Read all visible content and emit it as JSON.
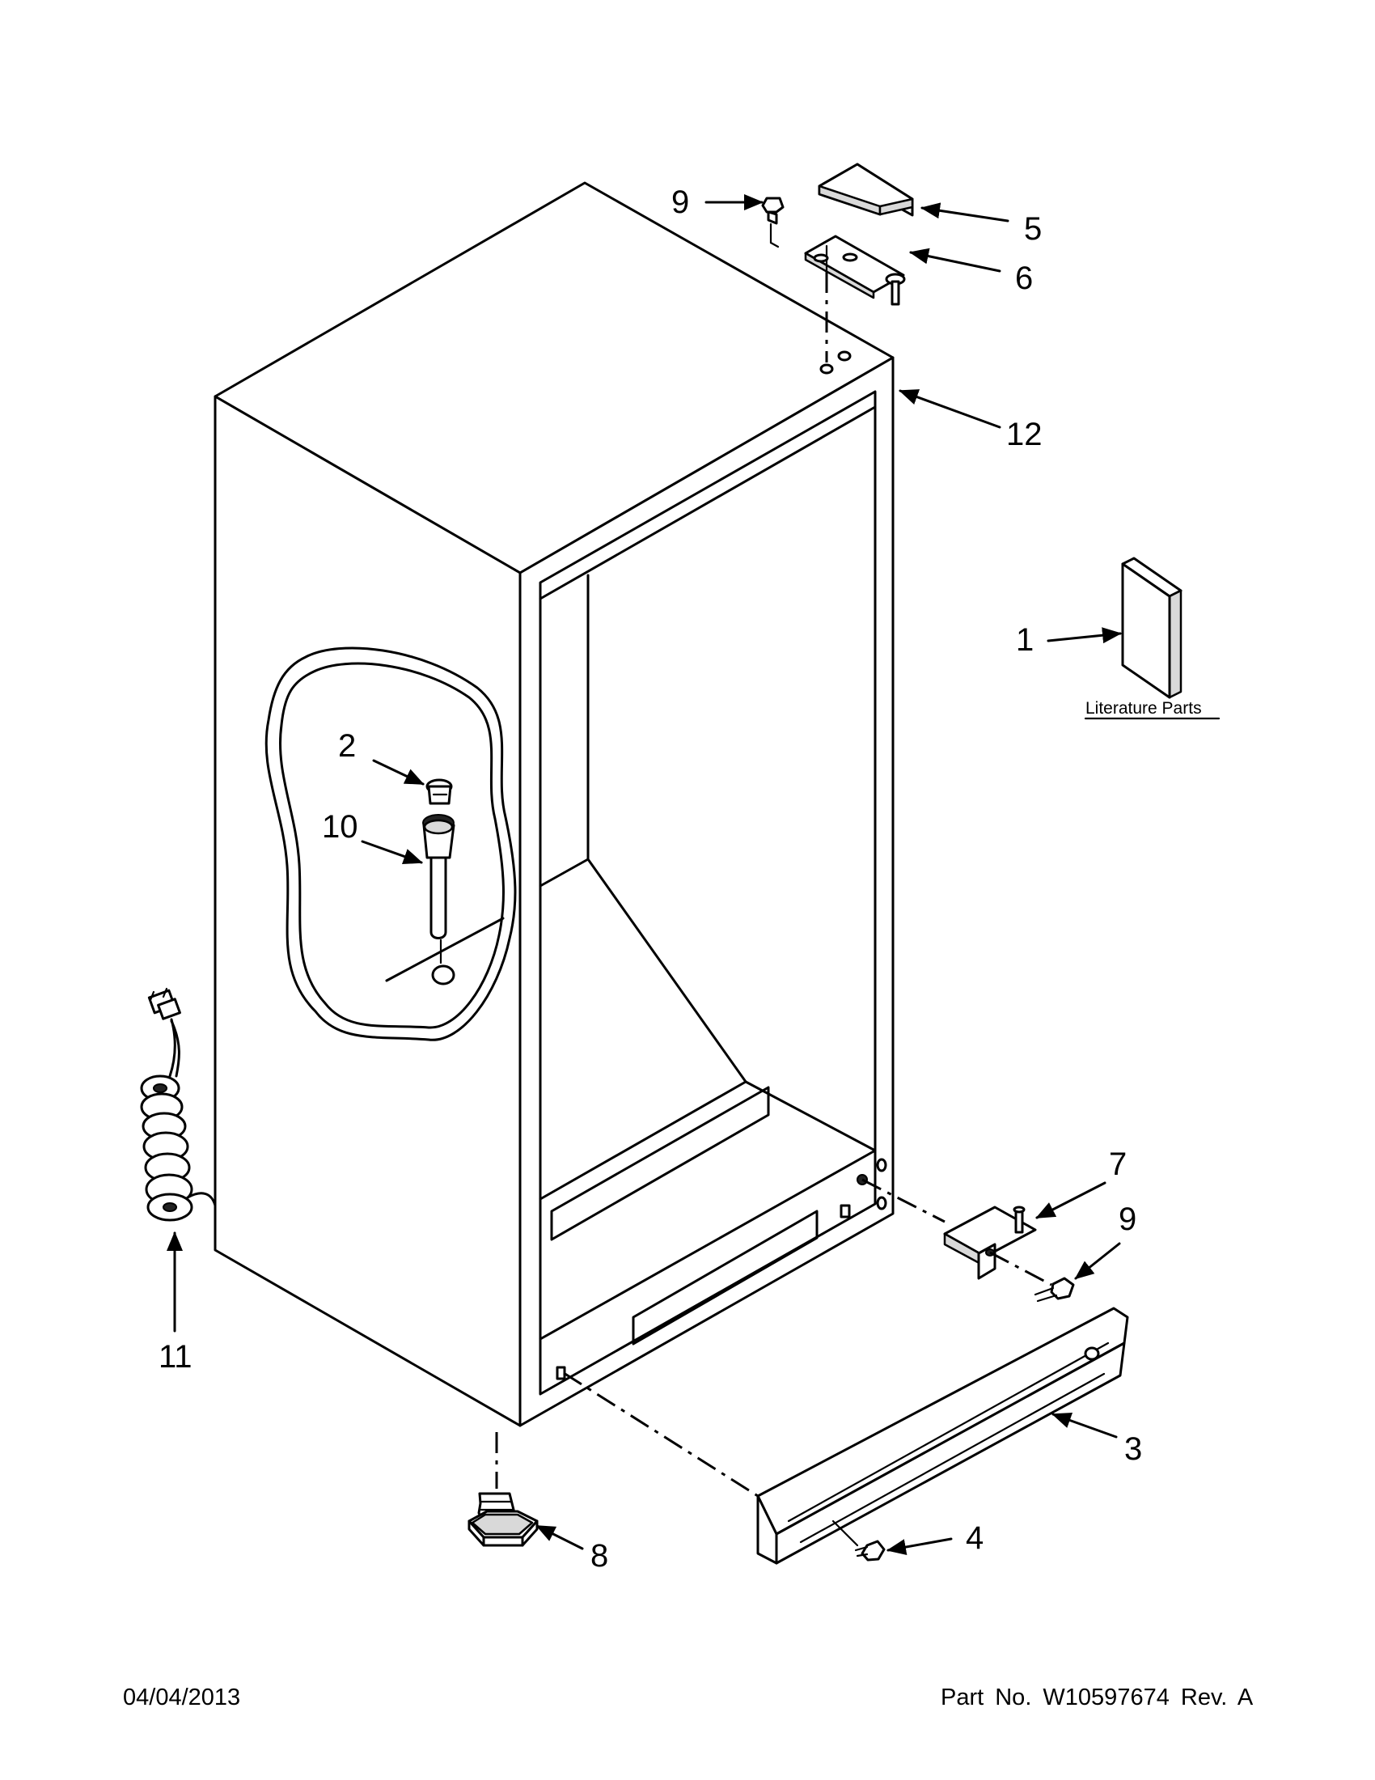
{
  "callouts": {
    "c1": "1",
    "c2": "2",
    "c3": "3",
    "c4": "4",
    "c5": "5",
    "c6": "6",
    "c7": "7",
    "c8": "8",
    "c9_top": "9",
    "c9_bottom": "9",
    "c10": "10",
    "c11": "11",
    "c12": "12"
  },
  "literature_label": "Literature Parts",
  "footer": {
    "date": "04/04/2013",
    "part_number": "Part No.  W10597674  Rev.  A"
  }
}
